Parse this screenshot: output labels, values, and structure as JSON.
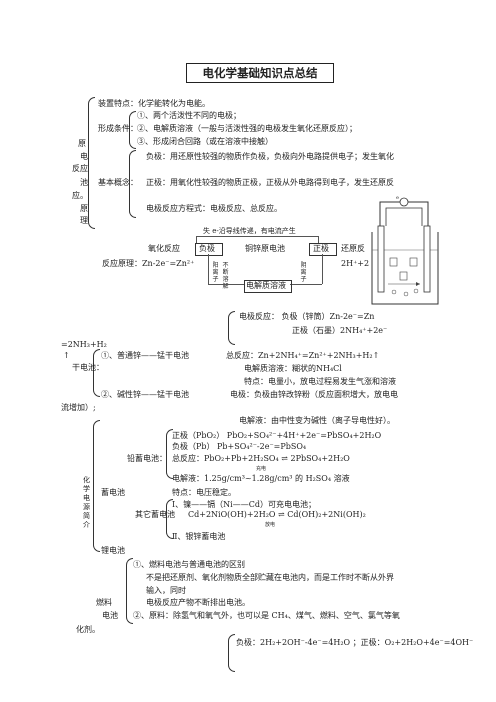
{
  "title": "电化学基础知识点总结",
  "primary_cell": {
    "left_labels": [
      "原",
      "电",
      "反应",
      "池",
      "应。",
      "原",
      "理"
    ],
    "device": "装置特点：化学能转化为电能。",
    "conditions_label": "形成条件：",
    "conditions": [
      "①、两个活泼性不同的电极；",
      "②、电解质溶液（一般与活泼性强的电极发生氧化还原反应）；",
      "③、形成闭合回路（或在溶液中接触）"
    ],
    "concepts_label": "基本概念：",
    "concepts": [
      "负极：用还原性较强的物质作负极，负极向外电路提供电子；发生氧化",
      "正极：用氧化性较强的物质正极，正极从外电路得到电子，发生还原反",
      "电极反应方程式：电极反应、总反应。"
    ]
  },
  "diagram": {
    "top_label": "失 e-沿导线传递，有电流产生",
    "oxidation": "氧化反应",
    "negative": "负极",
    "copper_zinc": "铜锌原电池",
    "positive": "正极",
    "reduction": "还原反",
    "reaction_principle_label": "反应原理：",
    "zn_eq": "Zn-2e⁻=Zn²⁺",
    "h_eq": "2H⁺+2",
    "left_v": "阳离子",
    "mid_v": "不断溶解",
    "right_v": "阴离子",
    "electrolyte": "电解质溶液"
  },
  "dry_cell": {
    "electrode_neg": "电极反应：  负极（锌筒）Zn-2e⁻=Zn",
    "electrode_pos": "正极（石墨）2NH₄⁺+2e⁻",
    "nh3_h2": "=2NH₃+H₂",
    "arrow": "↑",
    "label": "干电池：",
    "item1": "①、普通锌——锰干电池",
    "total1": "总反应：Zn+2NH₄⁺=Zn²⁺+2NH₃+H₂↑",
    "electrolyte1": "电解质溶液：糊状的NH₄Cl",
    "feature1": "特点：电量小，放电过程易发生气涨和溶液",
    "item2": "②、碱性锌——锰干电池",
    "feature2": "电极：负极由锌改锌粉（反应面积增大，放电电",
    "flow": "流增加）;",
    "electrolyte2": "电解液：由中性变为碱性（离子导电性好）。"
  },
  "lead_battery": {
    "pos": "正极（PbO₂）  PbO₂+SO₄²⁻+4H⁺+2e⁻=PbSO₄+2H₂O",
    "neg": "负极（Pb）    Pb+SO₄²⁻-2e⁻=PbSO₄",
    "label": "铅蓄电池：",
    "total": "总反应：PbO₂+Pb+2H₂SO₄ ⇌ 2PbSO₄+2H₂O",
    "charge_note": "充电",
    "electrolyte": "电解液：1.25g/cm³~1.28g/cm³ 的 H₂SO₄ 溶液",
    "feature": "特点：电压稳定。"
  },
  "other_batteries": {
    "accumulator": "蓄电池",
    "left_vertical": "化学电源简介",
    "item1": "Ⅰ、镍——镉（Ni——Cd）可充电电池；",
    "other_label": "其它蓄电池",
    "nicd_eq": "Cd+2NiO(OH)+2H₂O ⇌ Cd(OH)₂+2Ni(OH)₂",
    "discharge_note": "放电",
    "item2": "Ⅱ、银锌蓄电池",
    "lithium": "锂电池"
  },
  "fuel_cell": {
    "item1": "①、燃料电池与普通电池的区别",
    "desc1": "不是把还原剂、氧化剂物质全部贮藏在电池内，而是工作时不断从外界",
    "desc2": "输入，同时",
    "desc3": "电极反应产物不断排出电池。",
    "label1": "燃料",
    "label2": "电池",
    "item2": "②、原料：除氢气和氧气外，也可以是 CH₄、煤气、燃料、空气、氯气等氧",
    "oxidant": "化剂。",
    "eq": "负极：2H₂+2OH⁻-4e⁻=4H₂O ；正极：O₂+2H₂O+4e⁻=4OH⁻"
  }
}
